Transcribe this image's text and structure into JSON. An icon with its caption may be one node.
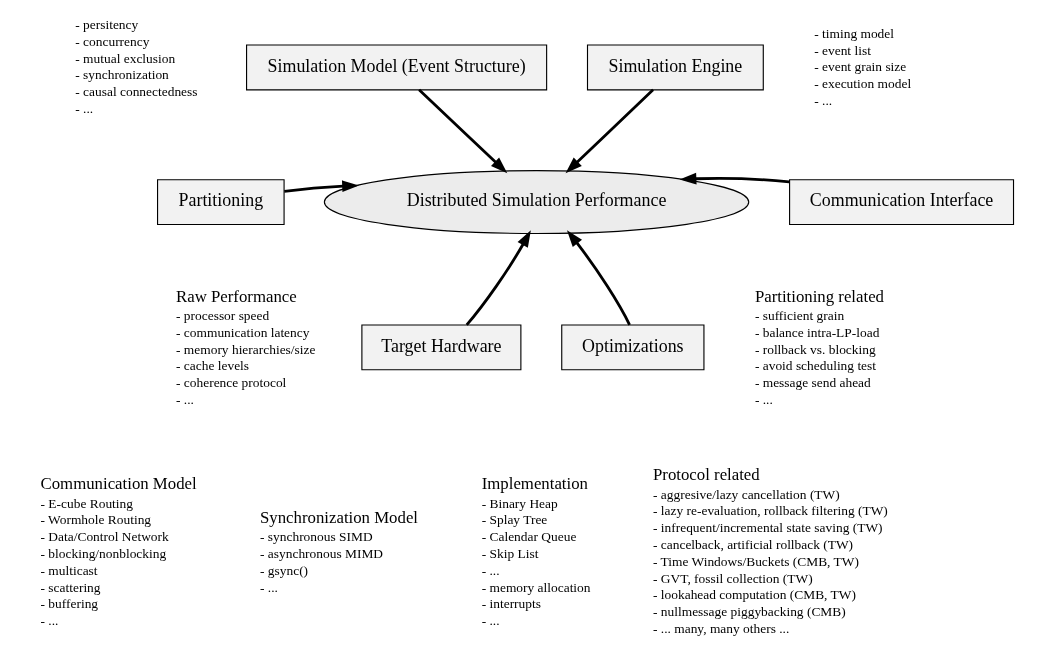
{
  "diagram": {
    "nodes": [
      {
        "text": [
          "Simulation Model (Event Structure)"
        ],
        "beside": [
          "- persitency",
          "- concurrency",
          "- mutual exclusion",
          "- synchronization",
          "- causal connectedness",
          "- ..."
        ]
      },
      {
        "text": [
          "Simulation Engine"
        ],
        "beside": [
          "- timing model",
          "- event list",
          "- event grain size",
          "- execution model",
          "- ..."
        ]
      },
      {
        "text": [
          "Partitioning"
        ]
      },
      {
        "text": [
          "Distributed Simulation Performance"
        ]
      },
      {
        "text": [
          "Communication Interface"
        ]
      },
      {
        "text": [
          "Target Hardware"
        ],
        "beside": [
          "Raw Performance",
          "- processor speed",
          "- communication latency",
          "- memory hierarchies/size",
          "- cache levels",
          "- coherence protocol",
          "- ..."
        ]
      },
      {
        "text": [
          "Optimizations"
        ],
        "beside": [
          "Partitioning related",
          "- sufficient grain",
          "- balance intra-LP-load",
          "- rollback vs. blocking",
          "- avoid scheduling test",
          "- message send ahead",
          "- ..."
        ]
      }
    ],
    "edges": [
      {
        "from": 0,
        "to": 3,
        "arrow": "to"
      },
      {
        "from": 1,
        "to": 3,
        "arrow": "to"
      },
      {
        "from": 2,
        "to": 3,
        "arrow": "to"
      },
      {
        "from": 4,
        "to": 3,
        "arrow": "to"
      },
      {
        "from": 5,
        "to": 3,
        "arrow": "to"
      },
      {
        "from": 6,
        "to": 3,
        "arrow": "to"
      }
    ],
    "labels": [
      "Communication Model",
      "- E-cube Routing",
      "- Wormhole Routing",
      "- Data/Control Network",
      "- blocking/nonblocking",
      "- multicast",
      "- scattering",
      "- buffering",
      "- ...",
      "Synchronization Model",
      "- synchronous SIMD",
      "- asynchronous MIMD",
      "- gsync()",
      "- ...",
      "Implementation",
      "- Binary Heap",
      "- Splay Tree",
      "- Calendar Queue",
      "- Skip List",
      "- ...",
      "- memory allocation",
      "- interrupts",
      "- ...",
      "Protocol related",
      "- aggresive/lazy cancellation (TW)",
      "- lazy re-evaluation, rollback filtering (TW)",
      "- infrequent/incremental state saving (TW)",
      "- cancelback, artificial rollback (TW)",
      "- Time Windows/Buckets (CMB, TW)",
      "- GVT, fossil collection (TW)",
      "- lookahead computation (CMB, TW)",
      "- nullmessage piggybacking (CMB)",
      "- ... many, many others ..."
    ]
  }
}
